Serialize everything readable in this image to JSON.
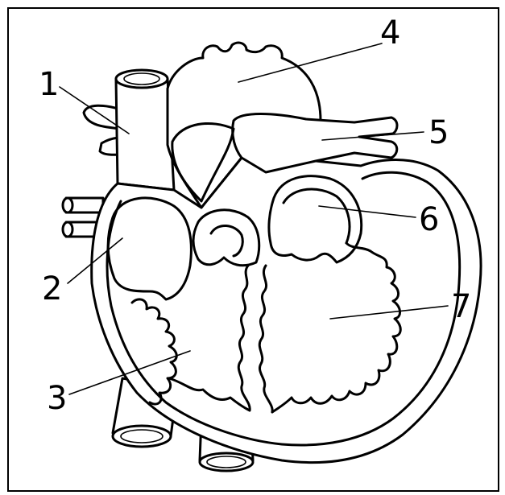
{
  "labels": [
    {
      "id": "1",
      "text": "1"
    },
    {
      "id": "2",
      "text": "2"
    },
    {
      "id": "3",
      "text": "3"
    },
    {
      "id": "4",
      "text": "4"
    },
    {
      "id": "5",
      "text": "5"
    },
    {
      "id": "6",
      "text": "6"
    },
    {
      "id": "7",
      "text": "7"
    }
  ],
  "colors": {
    "stroke": "#000000",
    "background": "#ffffff"
  }
}
